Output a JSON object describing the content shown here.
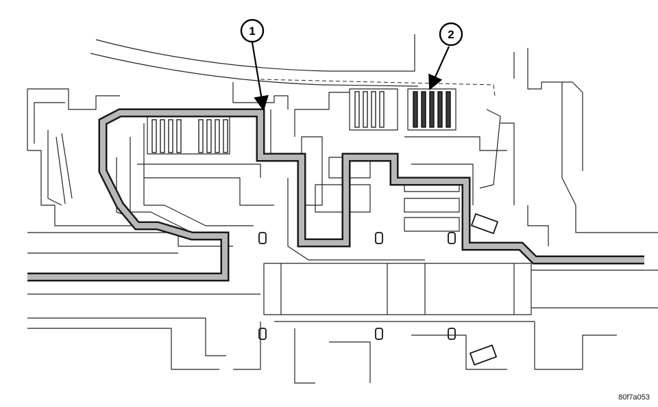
{
  "callouts": [
    {
      "label": "1"
    },
    {
      "label": "2"
    }
  ],
  "figure_id": "80f7a053",
  "colors": {
    "line": "#222222",
    "flow_fill": "#b8b8b8",
    "flow_outline": "#1a1a1a",
    "background": "#ffffff"
  }
}
